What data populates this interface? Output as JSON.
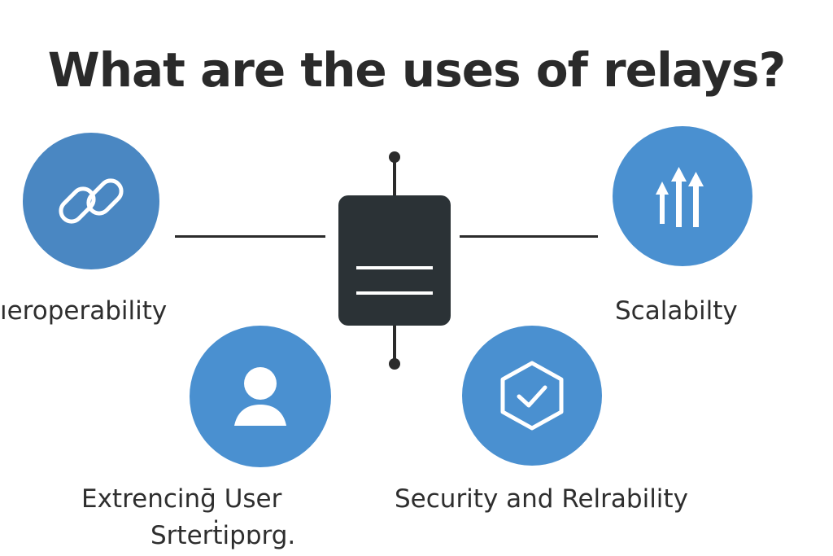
{
  "title": "What are the uses of relays?",
  "colors": {
    "circle_blue": "#4a90d0",
    "relay_body": "#2b3236",
    "line": "#2b2b2b",
    "icon": "#ffffff"
  },
  "nodes": {
    "interoperability": {
      "label": "ıeroperability",
      "icon": "link-icon"
    },
    "scalability": {
      "label": "Scalabilty",
      "icon": "arrows-up-icon"
    },
    "user_experience": {
      "label_line1": "Extrencinḡ User",
      "label_line2": "Srterṫipɒrg.",
      "icon": "user-icon"
    },
    "security": {
      "label": "Security and Relrability",
      "icon": "shield-check-icon"
    }
  },
  "center": {
    "icon": "relay-icon"
  }
}
